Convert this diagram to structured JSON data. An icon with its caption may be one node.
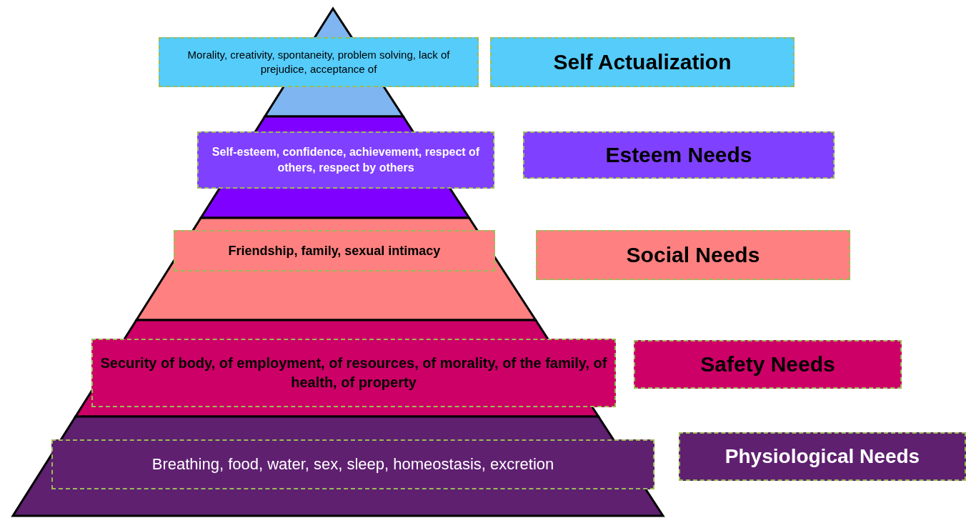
{
  "diagram": {
    "nodes": [
      {
        "text": [
          "Morality, creativity, spontaneity, problem solving, lack of prejudice, acceptance of"
        ]
      },
      {
        "text": [
          "Self Actualization"
        ]
      },
      {
        "text": [
          "Self-esteem, confidence, achievement, respect of others, respect by others"
        ]
      },
      {
        "text": [
          "Esteem Needs"
        ]
      },
      {
        "text": [
          "Friendship, family, sexual intimacy"
        ]
      },
      {
        "text": [
          "Social Needs"
        ]
      },
      {
        "text": [
          "Security of body, of employment, of resources, of morality, of the family, of health, of property"
        ]
      },
      {
        "text": [
          "Safety Needs"
        ]
      },
      {
        "text": [
          "Breathing, food, water, sex, sleep, homeostasis, excretion"
        ]
      },
      {
        "text": [
          "Physiological Needs"
        ]
      }
    ]
  }
}
